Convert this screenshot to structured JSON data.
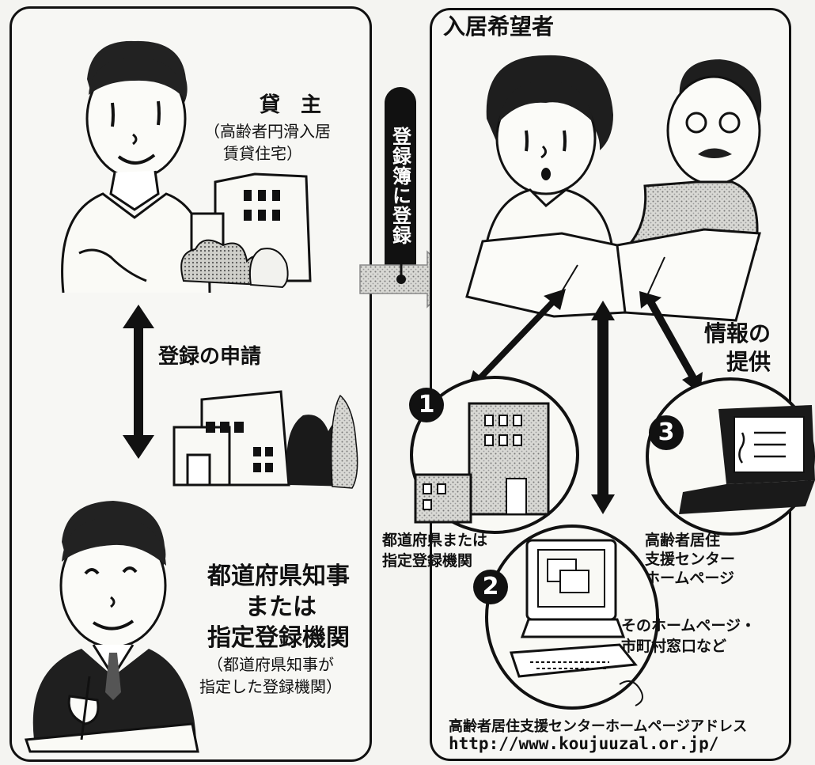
{
  "landlord": {
    "title": "貸　主",
    "subtitle_line1": "（高齢者円滑入居",
    "subtitle_line2": "賃貸住宅）"
  },
  "application_label": "登録の申請",
  "registration_label": "登録簿に登録",
  "authority": {
    "line1": "都道府県知事",
    "line2": "または",
    "line3": "指定登録機関",
    "note_line1": "（都道府県知事が",
    "note_line2": "指定した登録機関）"
  },
  "applicants_title": "入居希望者",
  "info_label_line1": "情報の",
  "info_label_line2": "提供",
  "channels": [
    {
      "number": "1",
      "label_line1": "都道府県または",
      "label_line2": "指定登録機関"
    },
    {
      "number": "2",
      "label_line1": "そのホームページ・",
      "label_line2": "市町村窓口など"
    },
    {
      "number": "3",
      "label_line1": "高齢者居住",
      "label_line2": "支援センター",
      "label_line3": "ホームページ"
    }
  ],
  "footer": {
    "caption": "高齢者居住支援センターホームページアドレス",
    "url": "http://www.koujuuzal.or.jp/"
  }
}
